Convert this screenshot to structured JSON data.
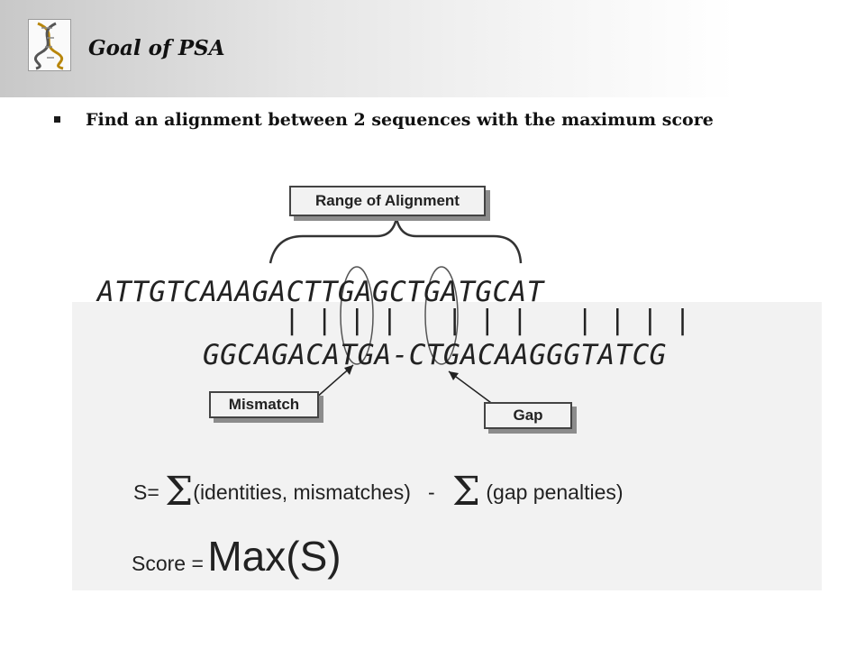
{
  "slide": {
    "title": "Goal of PSA",
    "bullet": "Find an alignment between 2 sequences with the maximum score"
  },
  "figure": {
    "range_label": "Range of Alignment",
    "seq_top": "ATTGTCAAAGACTTGAGCTGATGCAT",
    "match_bars": "| | | |   | | |   | | | |",
    "seq_bottom": "GGCAGACATGA-CTGACAAGGGTATCG",
    "mismatch_label": "Mismatch",
    "gap_label": "Gap",
    "score_prefix": "S=",
    "score_identities": "(identities, mismatches)",
    "score_minus": "-",
    "score_gaps": "(gap penalties)",
    "sigma_symbol": "Σ",
    "max_prefix": "Score =",
    "max_text": "Max(S)"
  },
  "icons": {
    "logo": "dna-helix-icon",
    "bullet": "square-bullet-icon"
  }
}
